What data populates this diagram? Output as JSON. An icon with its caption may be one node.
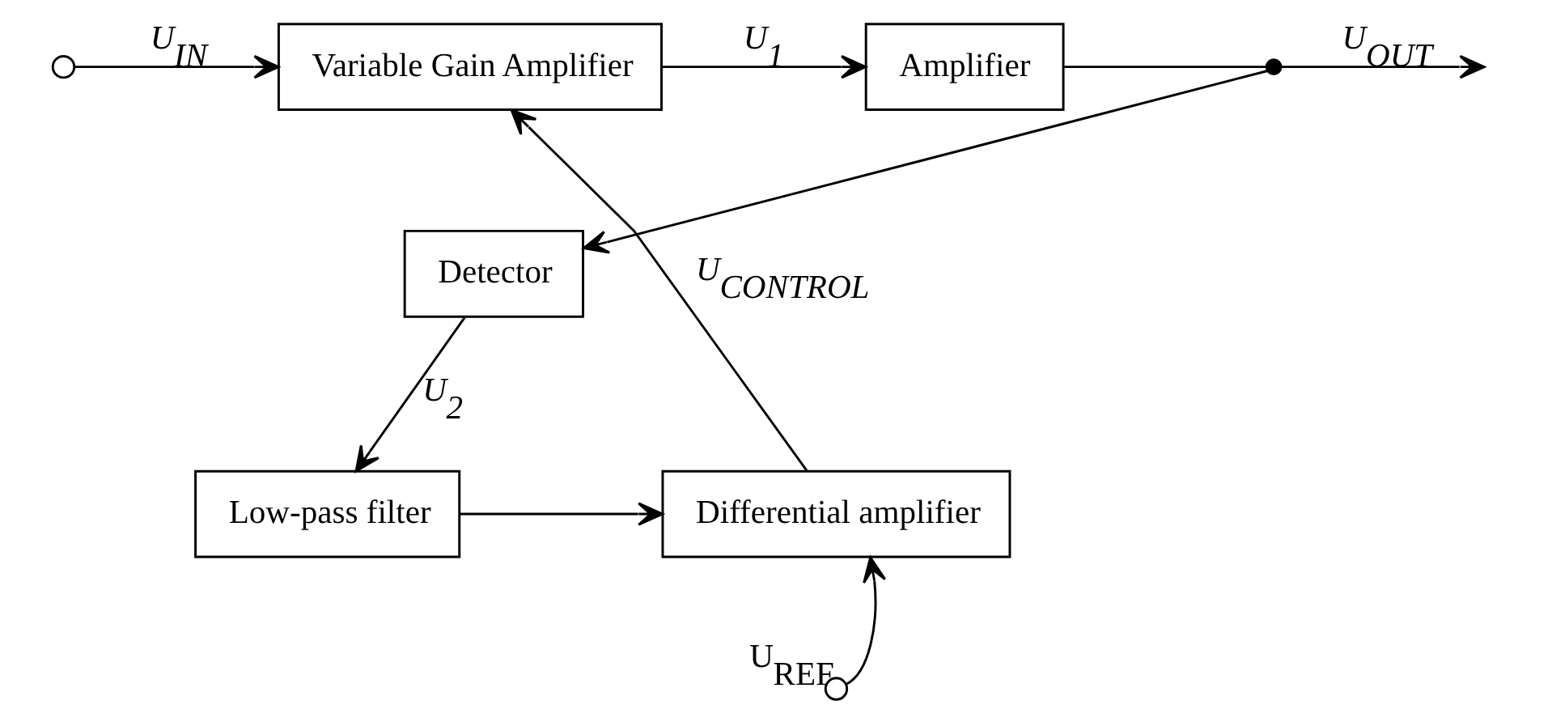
{
  "diagram": {
    "nodes": [
      {
        "text": [],
        "shape": "circle"
      },
      {
        "text": [
          "Variable Gain Amplifier"
        ]
      },
      {
        "text": [
          "Amplifier"
        ]
      },
      {
        "text": [],
        "shape": "circle"
      },
      {
        "text": [
          "Detector"
        ]
      },
      {
        "text": [
          "Low-pass filter"
        ]
      },
      {
        "text": [
          "Differential amplifier"
        ]
      },
      {
        "text": [],
        "shape": "circle",
        "beside": [
          "U$_{REF}$"
        ]
      }
    ],
    "edges": [
      {
        "from": 0,
        "to": 1,
        "arrow": "to",
        "label": "U$_{IN}$"
      },
      {
        "from": 1,
        "to": 2,
        "arrow": "to",
        "label": "U$_{1}$"
      },
      {
        "from": 2,
        "to": 3,
        "arrow": "none"
      },
      {
        "from": 3,
        "to": null,
        "arrow": "to",
        "label": "U$_{OUT}$"
      },
      {
        "from": 3,
        "to": 4,
        "arrow": "to"
      },
      {
        "from": 4,
        "to": 5,
        "arrow": "to",
        "label": "U$_{2}$"
      },
      {
        "from": 5,
        "to": 6,
        "arrow": "to"
      },
      {
        "from": 7,
        "to": 6,
        "arrow": "to"
      },
      {
        "from": 6,
        "to": 1,
        "arrow": "to",
        "label": "U$_{CONTROL}$"
      }
    ]
  }
}
